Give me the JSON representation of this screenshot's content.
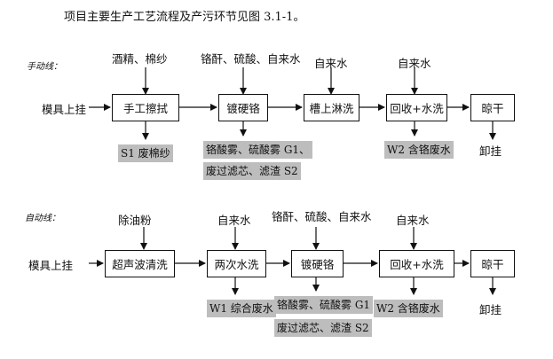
{
  "title": "项目主要生产工艺流程及产污环节见图 3.1-1。",
  "manual": {
    "label": "手动线：",
    "start": "模具上挂",
    "inputs": [
      "酒精、棉纱",
      "铬酐、硫酸、自来水",
      "自来水",
      "自来水"
    ],
    "steps": [
      "手工擦拭",
      "镀硬铬",
      "槽上淋洗",
      "回收+水洗",
      "晾干"
    ],
    "end": "卸挂",
    "outputs": [
      "S1 废棉纱",
      "铬酸雾、硫酸雾 G1、",
      "废过滤芯、滤渣 S2",
      "W2 含铬废水"
    ]
  },
  "auto": {
    "label": "自动线：",
    "start": "模具上挂",
    "inputs": [
      "除油粉",
      "自来水",
      "铬酐、硫酸、自来水",
      "自来水"
    ],
    "steps": [
      "超声波清洗",
      "两次水洗",
      "镀硬铬",
      "回收+水洗",
      "晾干"
    ],
    "end": "卸挂",
    "outputs": [
      "W1 综合废水",
      "铬酸雾、硫酸雾 G1",
      "废过滤芯、滤渣 S2",
      "W2 含铬废水"
    ]
  }
}
